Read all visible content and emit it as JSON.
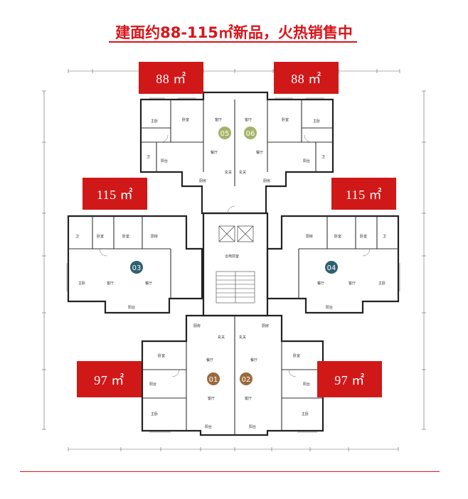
{
  "headline": "建面约88-115㎡新品，火热销售中",
  "tags": {
    "t05": "88 ㎡",
    "t06": "88 ㎡",
    "t03": "115 ㎡",
    "t04": "115 ㎡",
    "t01": "97 ㎡",
    "t02": "97 ㎡"
  },
  "units": {
    "u01": "01",
    "u02": "02",
    "u03": "03",
    "u04": "04",
    "u05": "05",
    "u06": "06"
  },
  "badge_colors": {
    "u01": "#9a6a3c",
    "u02": "#9a6a3c",
    "u03": "#2f5f72",
    "u04": "#2f5f72",
    "u05": "#a4b368",
    "u06": "#a4b368"
  },
  "room_labels": {
    "master_bed": "主卧",
    "bed": "卧室",
    "bath": "卫",
    "kitchen": "厨房",
    "living": "客厅",
    "dining": "餐厅",
    "balcony": "阳台",
    "entry": "玄关",
    "core": "合用前室",
    "stair": "楼梯",
    "elevator": "电梯"
  },
  "accent": "#d9141a"
}
